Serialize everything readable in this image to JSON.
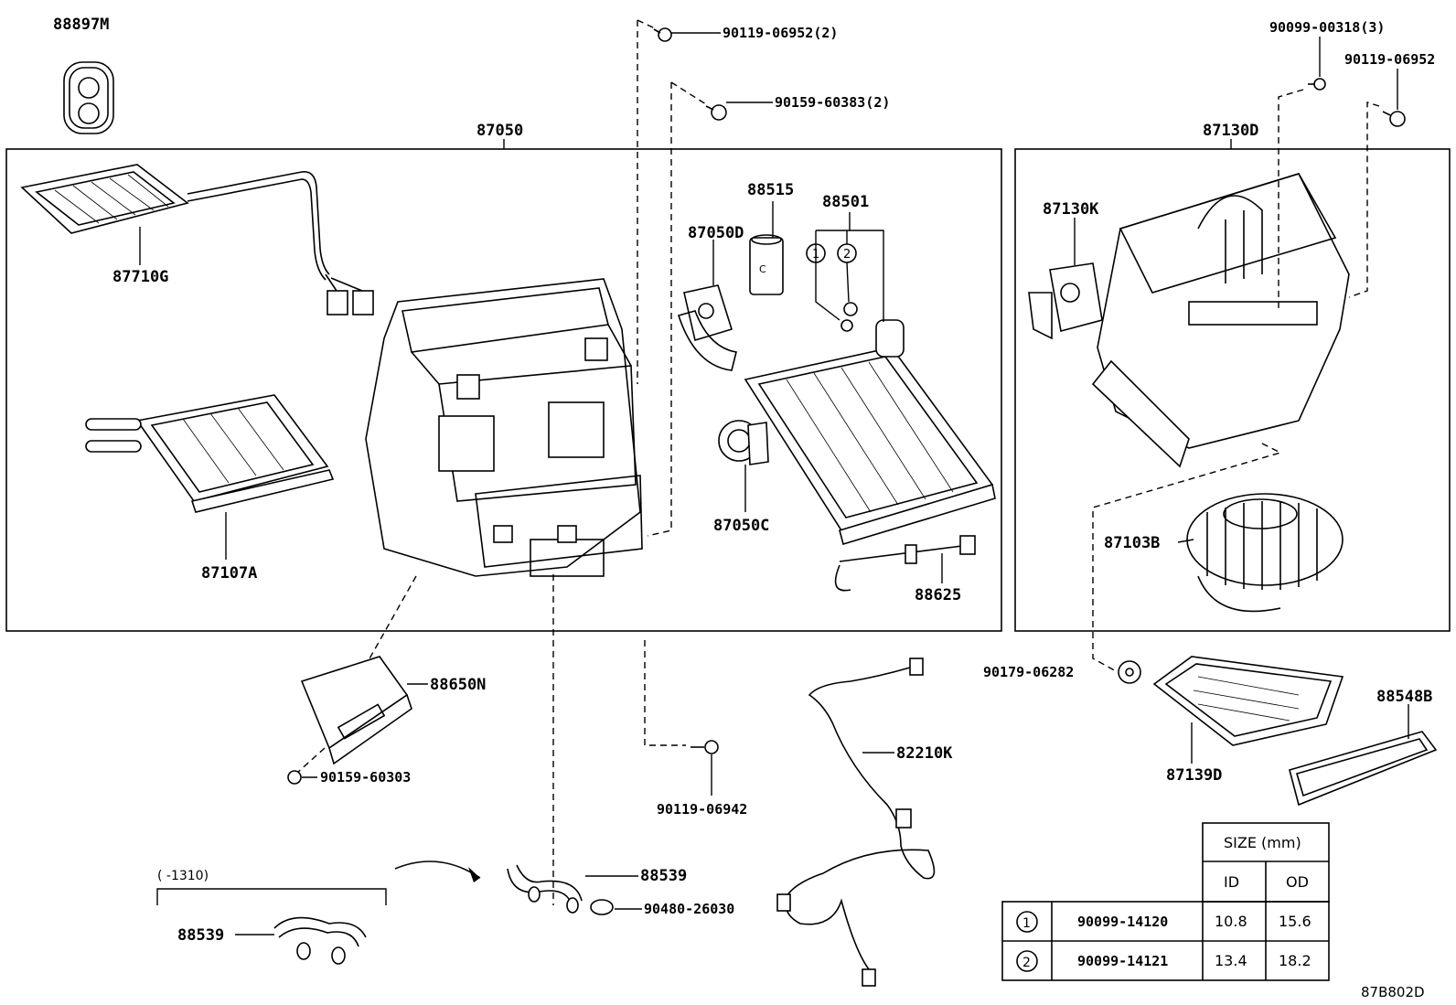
{
  "diagram_code": "87B802D",
  "groups": {
    "main_unit": "87050",
    "blower_unit": "87130D"
  },
  "parts": {
    "p88897M": "88897M",
    "p87710G": "87710G",
    "p87107A": "87107A",
    "p87050D": "87050D",
    "p87050C": "87050C",
    "p88515": "88515",
    "p88501": "88501",
    "p88625": "88625",
    "p87130K": "87130K",
    "p87103B": "87103B",
    "p88650N": "88650N",
    "p82210K": "82210K",
    "p87139D": "87139D",
    "p88548B": "88548B",
    "p88539_a": "88539",
    "p88539_b": "88539",
    "b90119_06952_2": "90119-06952(2)",
    "b90159_60383_2": "90159-60383(2)",
    "b90099_00318_3": "90099-00318(3)",
    "b90119_06952": "90119-06952",
    "b90179_06282": "90179-06282",
    "b90159_60303": "90159-60303",
    "b90119_06942": "90119-06942",
    "b90480_26030": "90480-26030",
    "range_note": "(      -1310)",
    "callout_1": "1",
    "callout_2": "2"
  },
  "size_table": {
    "title": "SIZE (mm)",
    "col_id": "ID",
    "col_od": "OD",
    "rows": [
      {
        "mark": "1",
        "part": "90099-14120",
        "id": "10.8",
        "od": "15.6"
      },
      {
        "mark": "2",
        "part": "90099-14121",
        "id": "13.4",
        "od": "18.2"
      }
    ]
  }
}
